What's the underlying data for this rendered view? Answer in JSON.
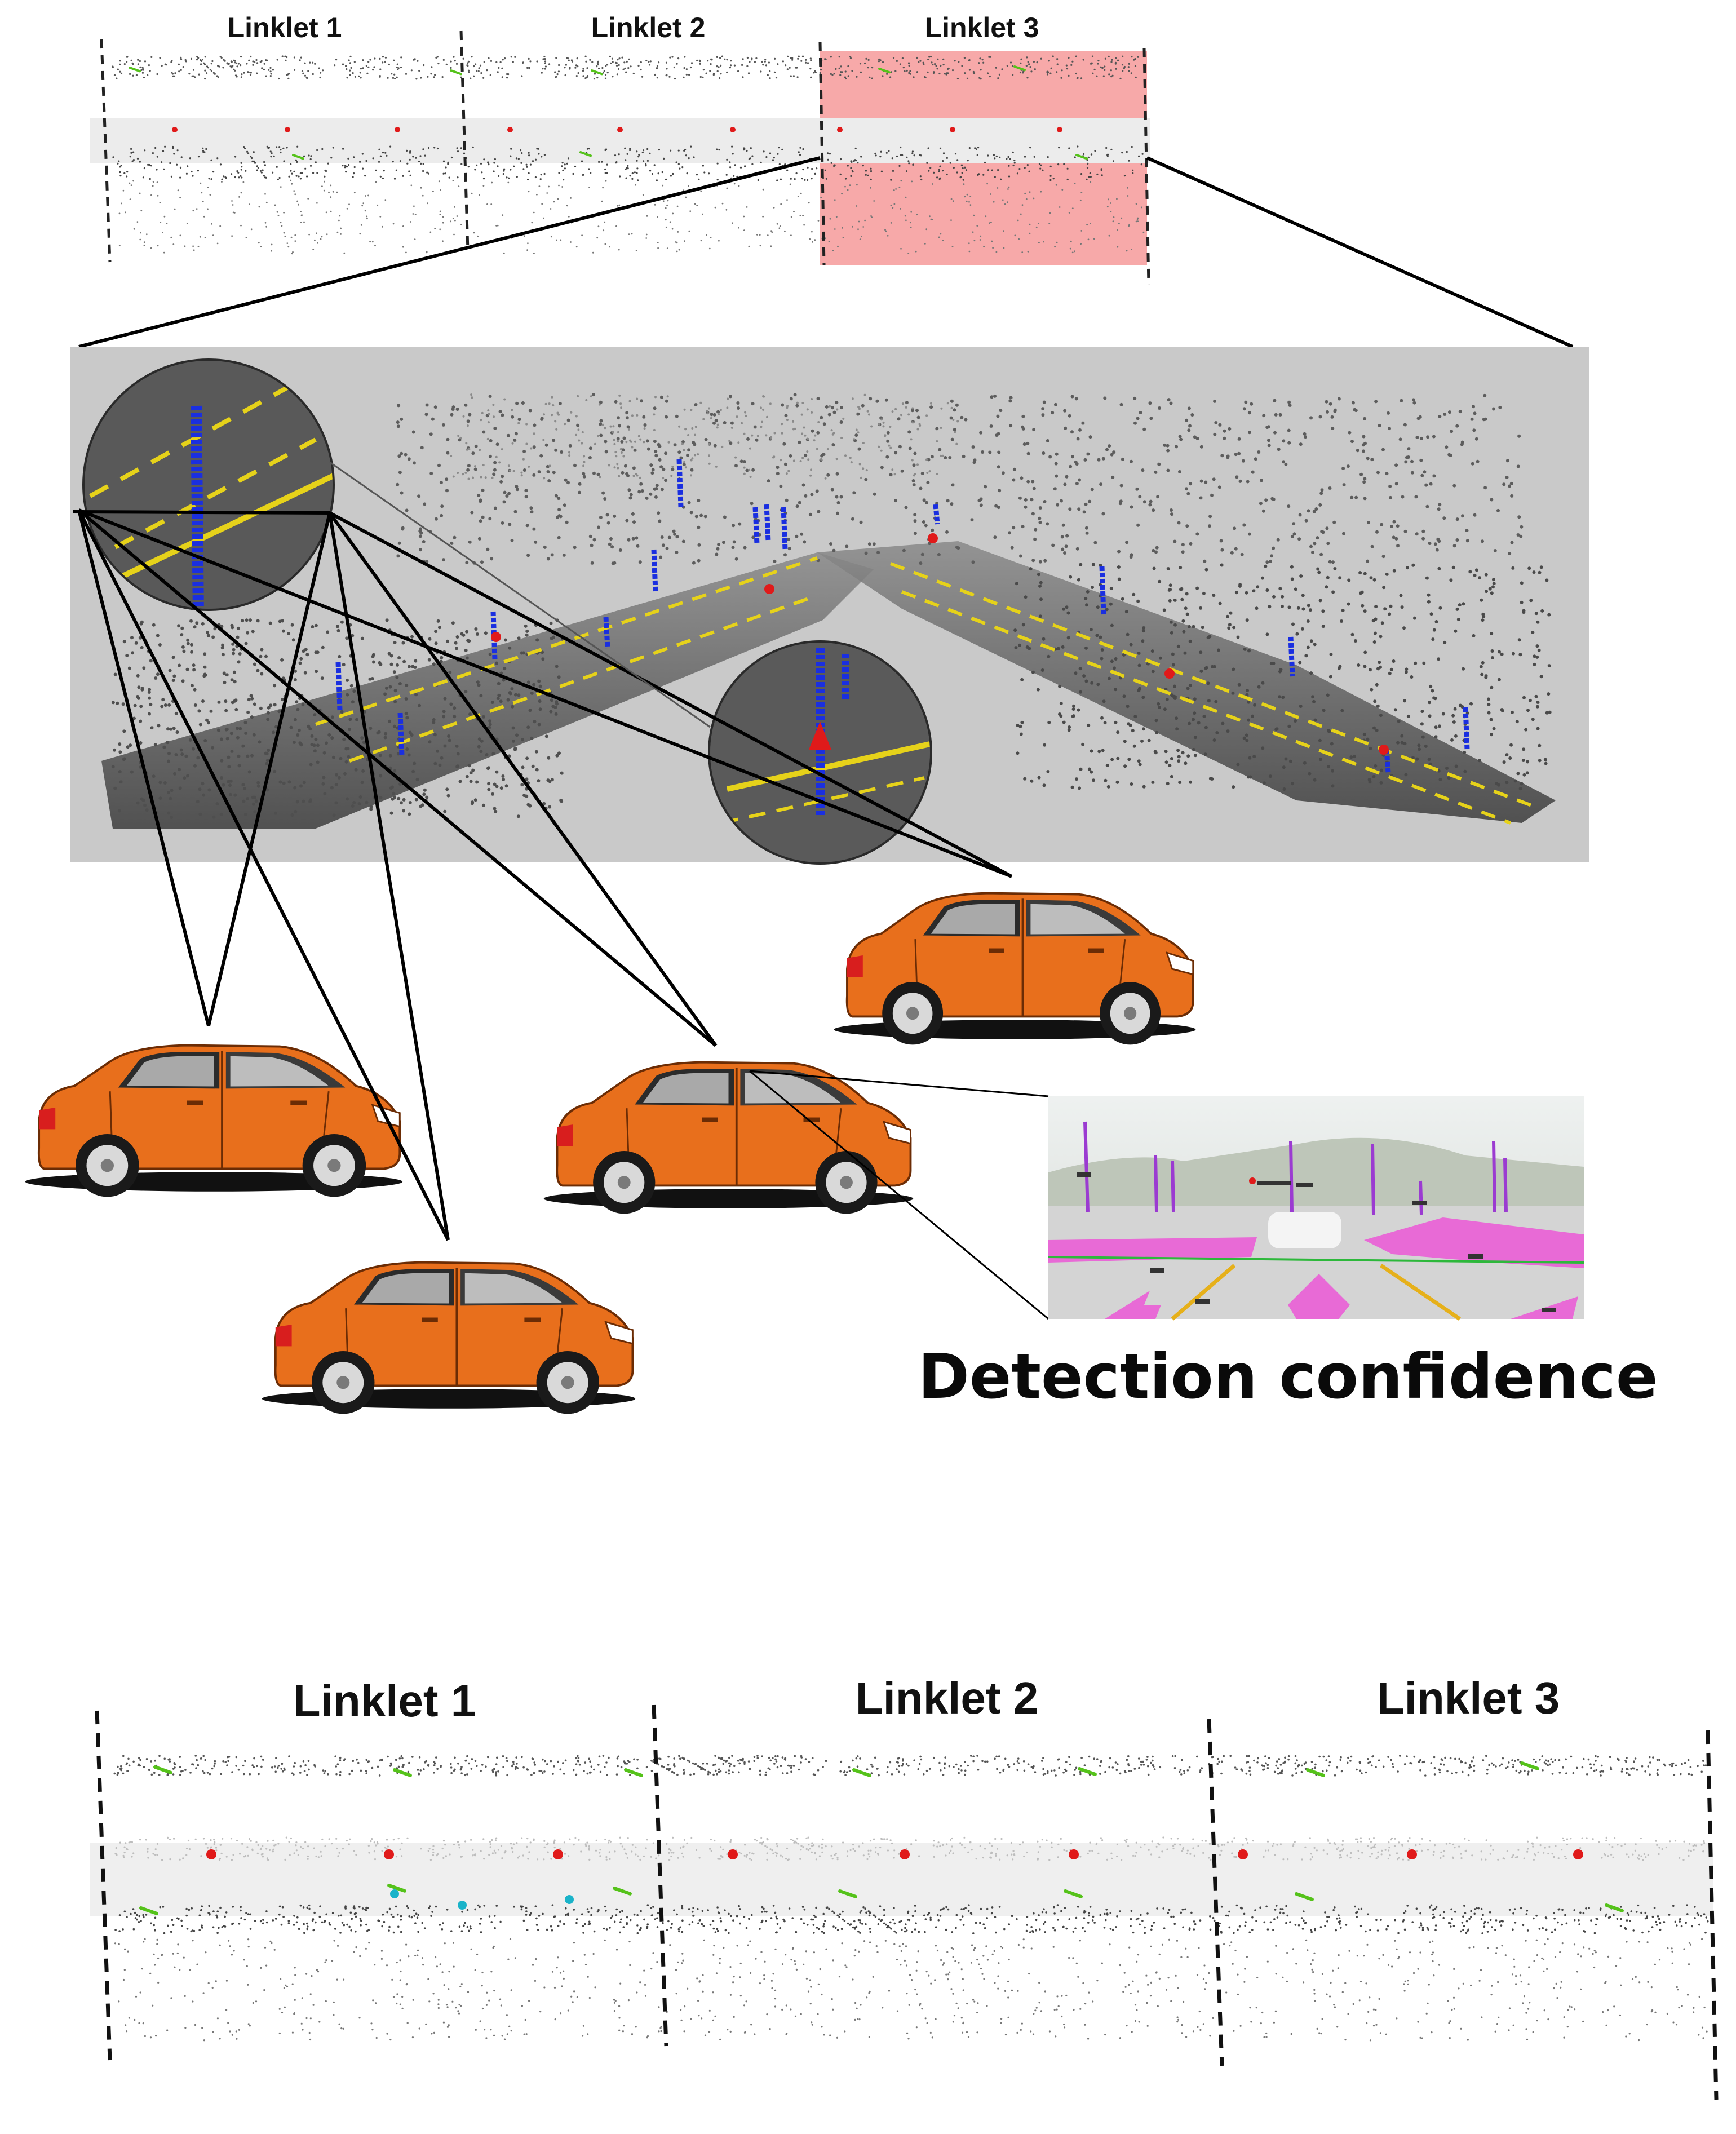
{
  "top_strip": {
    "linklets": [
      {
        "label": "Linklet 1"
      },
      {
        "label": "Linklet 2"
      },
      {
        "label": "Linklet 3"
      }
    ]
  },
  "bottom_strip": {
    "linklets": [
      {
        "label": "Linklet 1"
      },
      {
        "label": "Linklet 2"
      },
      {
        "label": "Linklet 3"
      }
    ]
  },
  "camera_view": {
    "caption": "Detection confidence"
  },
  "colors": {
    "highlight": "#f7a9a9",
    "vehicle_body": "#e86f1c",
    "pole_marker": "#1a2fe0",
    "sign_marker": "#e01a1a",
    "lane_line": "#e6d21a",
    "cloud_gray": "#6e6e6e",
    "cloud_background": "#c9c9c9",
    "camera_drivable": "#e86ad6",
    "camera_pole": "#9b3bd1"
  },
  "icons": [
    "vehicle-icon",
    "magnifier-lens"
  ]
}
